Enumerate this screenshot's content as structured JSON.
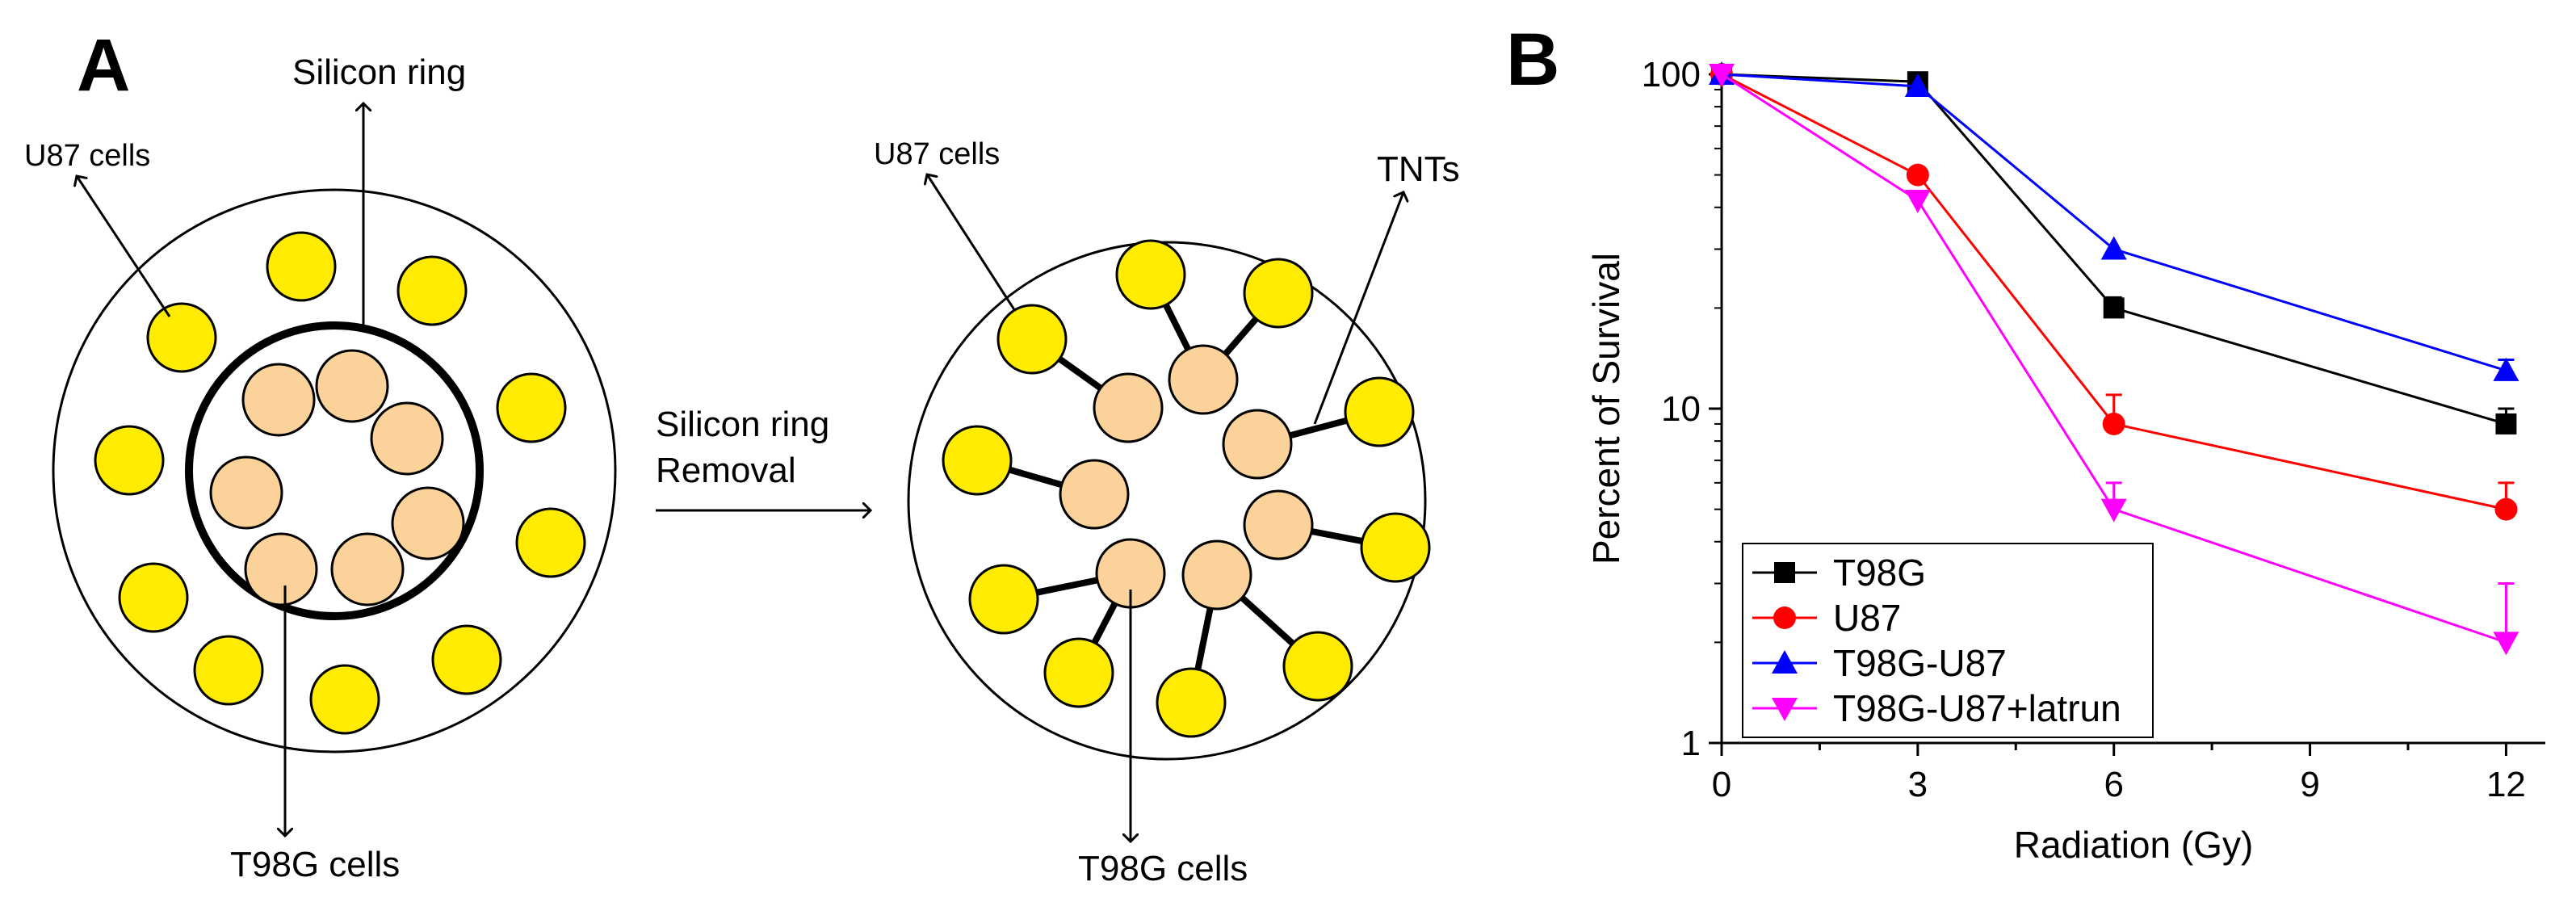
{
  "panel_a": {
    "letter": "A",
    "labels": {
      "silicon_ring": "Silicon ring",
      "u87_left": "U87 cells",
      "t98g_left": "T98G cells",
      "removal_line1": "Silicon ring",
      "removal_line2": "Removal",
      "u87_right": "U87 cells",
      "tnts": "TNTs",
      "t98g_right": "T98G cells"
    },
    "colors": {
      "u87": "#ffec00",
      "t98g": "#fad29a"
    }
  },
  "panel_b": {
    "letter": "B"
  },
  "chart_data": {
    "type": "line",
    "xlabel": "Radiation (Gy)",
    "ylabel": "Percent of Survival",
    "x_ticks": [
      "0",
      "3",
      "6",
      "9",
      "12"
    ],
    "y_ticks": [
      "1",
      "10",
      "100"
    ],
    "xlim": [
      0,
      12.6
    ],
    "ylim": [
      1,
      100
    ],
    "y_scale": "log",
    "legend_position": "bottom-left",
    "series": [
      {
        "name": "T98G",
        "color": "#000000",
        "marker": "square",
        "x": [
          0,
          3,
          6,
          12
        ],
        "y": [
          100,
          95,
          20,
          9
        ],
        "err_up": [
          0,
          0,
          1.5,
          1
        ]
      },
      {
        "name": "U87",
        "color": "#ff0000",
        "marker": "circle",
        "x": [
          0,
          3,
          6,
          12
        ],
        "y": [
          100,
          50,
          9,
          5
        ],
        "err_up": [
          0,
          0,
          2,
          1
        ]
      },
      {
        "name": "T98G-U87",
        "color": "#0000ff",
        "marker": "triangle-up",
        "x": [
          0,
          3,
          6,
          12
        ],
        "y": [
          100,
          92,
          30,
          13
        ],
        "err_up": [
          0,
          0,
          0,
          1
        ]
      },
      {
        "name": "T98G-U87+latrun",
        "color": "#ff00ff",
        "marker": "triangle-down",
        "x": [
          0,
          3,
          6,
          12
        ],
        "y": [
          100,
          42,
          5,
          2
        ],
        "err_up": [
          0,
          0,
          1,
          1
        ]
      }
    ]
  }
}
